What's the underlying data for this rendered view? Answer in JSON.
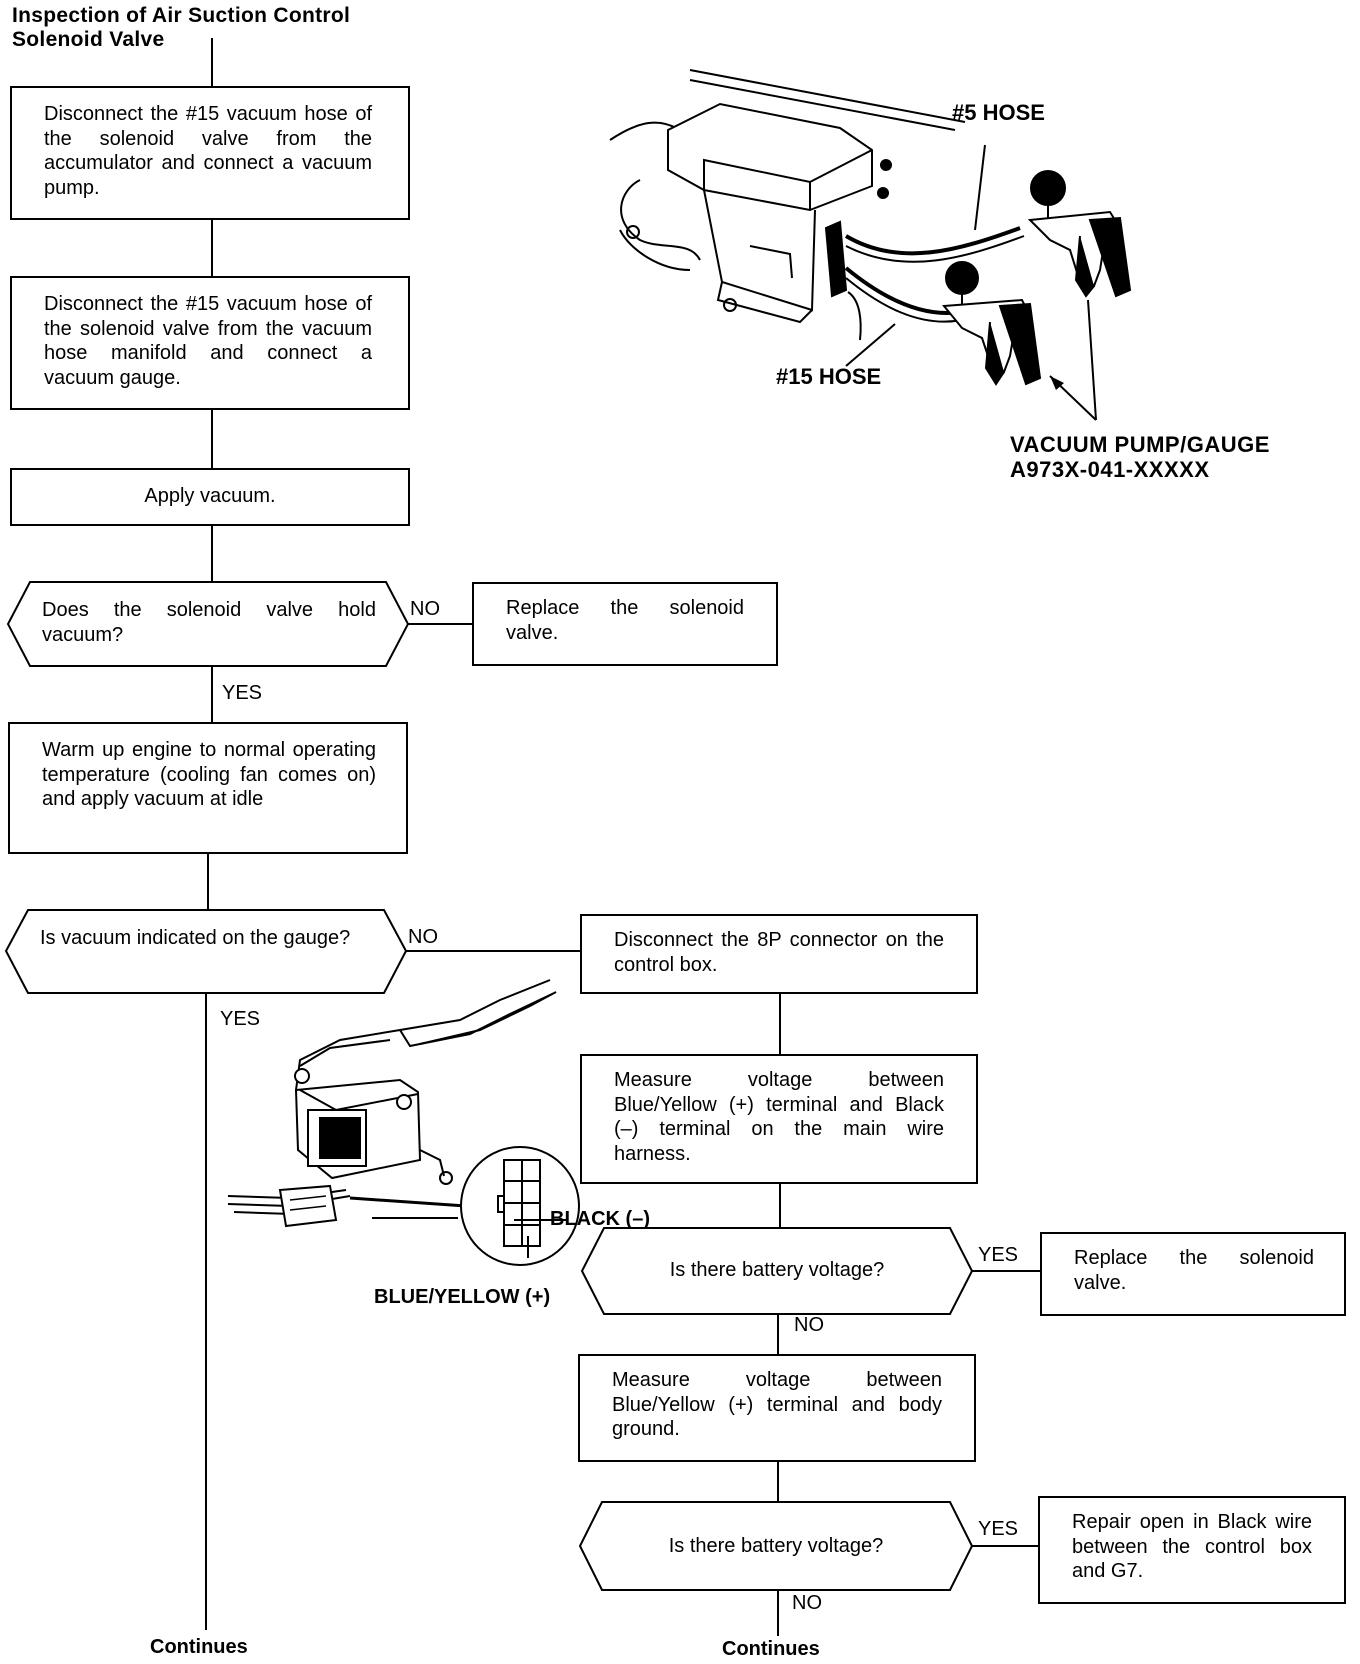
{
  "title": {
    "line1": "Inspection of Air Suction Control",
    "line2": "Solenoid Valve"
  },
  "steps": {
    "step1": "Disconnect the #15 vacuum hose of the solenoid valve from the accumulator and connect a vacuum pump.",
    "step2": "Disconnect the #15 vacuum hose of the solenoid valve from the vacuum hose manifold and connect a vacuum gauge.",
    "step3": "Apply vacuum.",
    "decision1": "Does the solenoid valve hold vacuum?",
    "replace1": "Replace the solenoid valve.",
    "step4": "Warm up engine to normal operating temperature (cooling fan comes on) and apply vacuum at idle",
    "decision2": "Is vacuum indicated on the gauge?",
    "disconnect8p": "Disconnect the 8P connector on the control box.",
    "measure1": "Measure voltage between Blue/Yellow (+) terminal and Black (–) terminal on the main wire harness.",
    "decision3": "Is there battery voltage?",
    "replace2": "Replace the solenoid valve.",
    "measure2": "Measure voltage between Blue/Yellow (+) terminal and body ground.",
    "decision4": "Is there battery voltage?",
    "repair": "Repair open in Black wire between the control box and G7."
  },
  "branch_labels": {
    "no1": "NO",
    "yes1": "YES",
    "no2": "NO",
    "yes2": "YES",
    "yes3": "YES",
    "no3": "NO",
    "yes4": "YES",
    "no4": "NO"
  },
  "illustration_top": {
    "hose5": "#5 HOSE",
    "hose15": "#15 HOSE",
    "pump_label1": "VACUUM PUMP/GAUGE",
    "pump_label2": "A973X-041-XXXXX"
  },
  "illustration_bottom": {
    "black": "BLACK (–)",
    "blue_yellow": "BLUE/YELLOW (+)"
  },
  "continues": {
    "left": "Continues",
    "right": "Continues"
  }
}
